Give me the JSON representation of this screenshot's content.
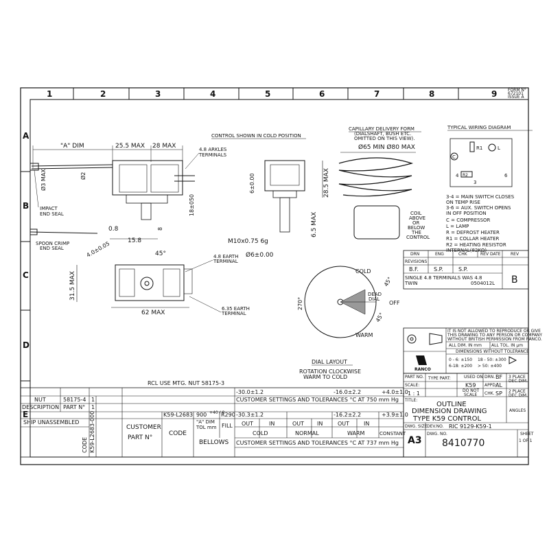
{
  "form_ref": [
    "FORM N°",
    "672101",
    "ISSUE A"
  ],
  "grid": {
    "cols": [
      "1",
      "2",
      "3",
      "4",
      "5",
      "6",
      "7",
      "8",
      "9"
    ],
    "rows": [
      "A",
      "B",
      "C",
      "D",
      "E"
    ]
  },
  "views": {
    "control_cold": "CONTROL SHOWN IN COLD POSITION",
    "a_dim": "\"A\" DIM",
    "dim_25_5": "25.5 MAX",
    "dim_28": "28 MAX",
    "arkles": [
      "4.8 ARKLES",
      "TERMINALS"
    ],
    "dia3": "Ø3 MAX",
    "dia2": "Ø2",
    "impact_seal": [
      "IMPACT",
      "END SEAL"
    ],
    "spoon_crimp": [
      "SPOON CRIMP",
      "END SEAL"
    ],
    "dim_0_8": "0.8",
    "dim_15_8": "15.8",
    "dim_4_0": "4.0±0.05",
    "dim_45": "45°",
    "dim_8": "8",
    "dim_18": "18±050",
    "earth_48": [
      "4.8 EARTH",
      "TERMINAL"
    ],
    "earth_635": [
      "6.35 EARTH",
      "TERMINAL"
    ],
    "dim_31_5": "31.5 MAX",
    "dim_62": "62 MAX",
    "dim_6_top": "6±0.00",
    "m10": "M10x0.75 6g",
    "dia6": "Ø6±0.00",
    "dim_6_5": "6.5 MAX",
    "dim_28_5": "28.5 MAX",
    "capillary": [
      "CAPILLARY DELIVERY FORM",
      "(DIALSHAFT, BUSH ETC.",
      "OMITTED ON THIS VIEW)."
    ],
    "dia_coil": "Ø65 MIN Ø80 MAX",
    "coil_note": [
      "COIL",
      "ABOVE",
      "OR",
      "BELOW",
      "THE",
      "CONTROL"
    ],
    "dial_cold": "COLD",
    "dial_warm": "WARM",
    "dial_off": "OFF",
    "dial_dead": [
      "DEAD",
      "DIAL"
    ],
    "dial_270": "270°",
    "dial_45a": "45°",
    "dial_45b": "45°",
    "dial_layout": "DIAL LAYOUT",
    "dial_rotation": [
      "ROTATION CLOCKWISE",
      "WARM TO COLD"
    ],
    "rcl": "RCL USE MTG. NUT 58175-3"
  },
  "wiring": {
    "title": "TYPICAL WIRING DIAGRAM",
    "nodes": [
      "R1",
      "L",
      "C",
      "4",
      "R2",
      "3",
      "6"
    ],
    "legend": [
      "3-4 = MAIN SWITCH CLOSES",
      "         ON TEMP RISE",
      "3-6 = AUX. SWITCH OPENS",
      "         IN OFF POSITION",
      "  C  = COMPRESSOR",
      "  L  = LAMP",
      "  R  = DEFROST HEATER",
      " R1  = COLLAR HEATER",
      " R2  = HEATING RESISTOR",
      "         INTERNAL(82KΩ)"
    ]
  },
  "revisions": {
    "headers": [
      "DRN",
      "ENG",
      "CHK",
      "REV DATE",
      "REV"
    ],
    "label": "REVISIONS",
    "sigs": [
      "B.F.",
      "S.P.",
      "S.P."
    ],
    "note1": "SINGLE 4.8 TERMINALS WAS 4.8",
    "note2": "TWIN",
    "ref": "0504012L",
    "rev": "B"
  },
  "notice": [
    "IT IS NOT ALLOWED TO REPRODUCE OR GIVE",
    "THIS DRAWING TO ANY PERSON OR COMPANY",
    "WITHOUT BRITISH PERMISSION FROM RANCO."
  ],
  "dims_in": "ALL DIM. IN mm",
  "tol_in": "ALL TOL. IN μm",
  "tol_title": "DIMENSIONS WITHOUT TOLERANCE",
  "tol_rows": [
    "0 - 6: ±150",
    "18 - 50: ±300",
    "6-18: ±200",
    "> 50: ±400"
  ],
  "logo": "RANCO",
  "title_block": {
    "part_no_lbl": "PART NO.",
    "type_part_lbl": "TYPE PART:",
    "used_on_lbl": "USED ON",
    "used_on": "K59",
    "drn_lbl": "DRN.",
    "drn": "BF",
    "chk_lbl": "CHK.",
    "chk": "SP",
    "appd_lbl": "APPD.",
    "appd": "AL",
    "place3": [
      "3 PLACE",
      "DEC.DIM."
    ],
    "place2": [
      "2 PLACE",
      "DEC.DIM."
    ],
    "scale_lbl": "SCALE:",
    "scale": "1 : 1",
    "do_not_scale": [
      "DO NOT",
      "SCALE"
    ],
    "title_lbl": "TITLE:",
    "title": [
      "OUTLINE",
      "DIMENSION DRAWING",
      "TYPE K59 CONTROL"
    ],
    "angles": "ANGLES",
    "dwg_size_lbl": "DWG. SIZE",
    "dev_no_lbl": "DEV.NO.",
    "dev_no": "RIC 9129-K59-1",
    "size": "A3",
    "dwg_no_lbl": "DWG. NO.",
    "dwg_no": "8410770",
    "sheet_lbl": "SHEET",
    "sheet": "1 OF 1"
  },
  "settings": {
    "nut_lbl": "NUT",
    "nut_no": "58175-4",
    "nut_qty": "1",
    "desc_lbl": "DESCRIPTION",
    "part_lbl": "PART N°",
    "ship": "SHIP UNASSEMBLED",
    "qty": "1",
    "code_lbl": "CODE",
    "code_vert": "K59-L2683-000",
    "customer": "CUSTOMER",
    "customer_part": "PART N°",
    "code": "CODE",
    "code_value": "K59-L2683",
    "a_dim_val": "900",
    "a_dim_tol": "+40 / 0",
    "a_dim_hdr": [
      "\"A\" DIM",
      "TOL mm"
    ],
    "fill": "FILL",
    "bellows": "BELLOWS",
    "r290": "R290",
    "cold": "COLD",
    "normal": "NORMAL",
    "warm": "WARM",
    "constant": "CONSTANT",
    "out": "OUT",
    "in": "IN",
    "cs750": "CUSTOMER SETTINGS AND TOLERANCES °C AT 750 mm Hg",
    "cs737": "CUSTOMER SETTINGS AND TOLERANCES °C AT 737 mm Hg",
    "v_cold_out": "-30.0±1.2",
    "v_cold_out2": "-30.3±1.2",
    "v_warm_out": "-16.0±2.2",
    "v_warm_out2": "-16.2±2.2",
    "v_const": "+4.0±1.0",
    "v_const2": "+3.9±1.0"
  }
}
